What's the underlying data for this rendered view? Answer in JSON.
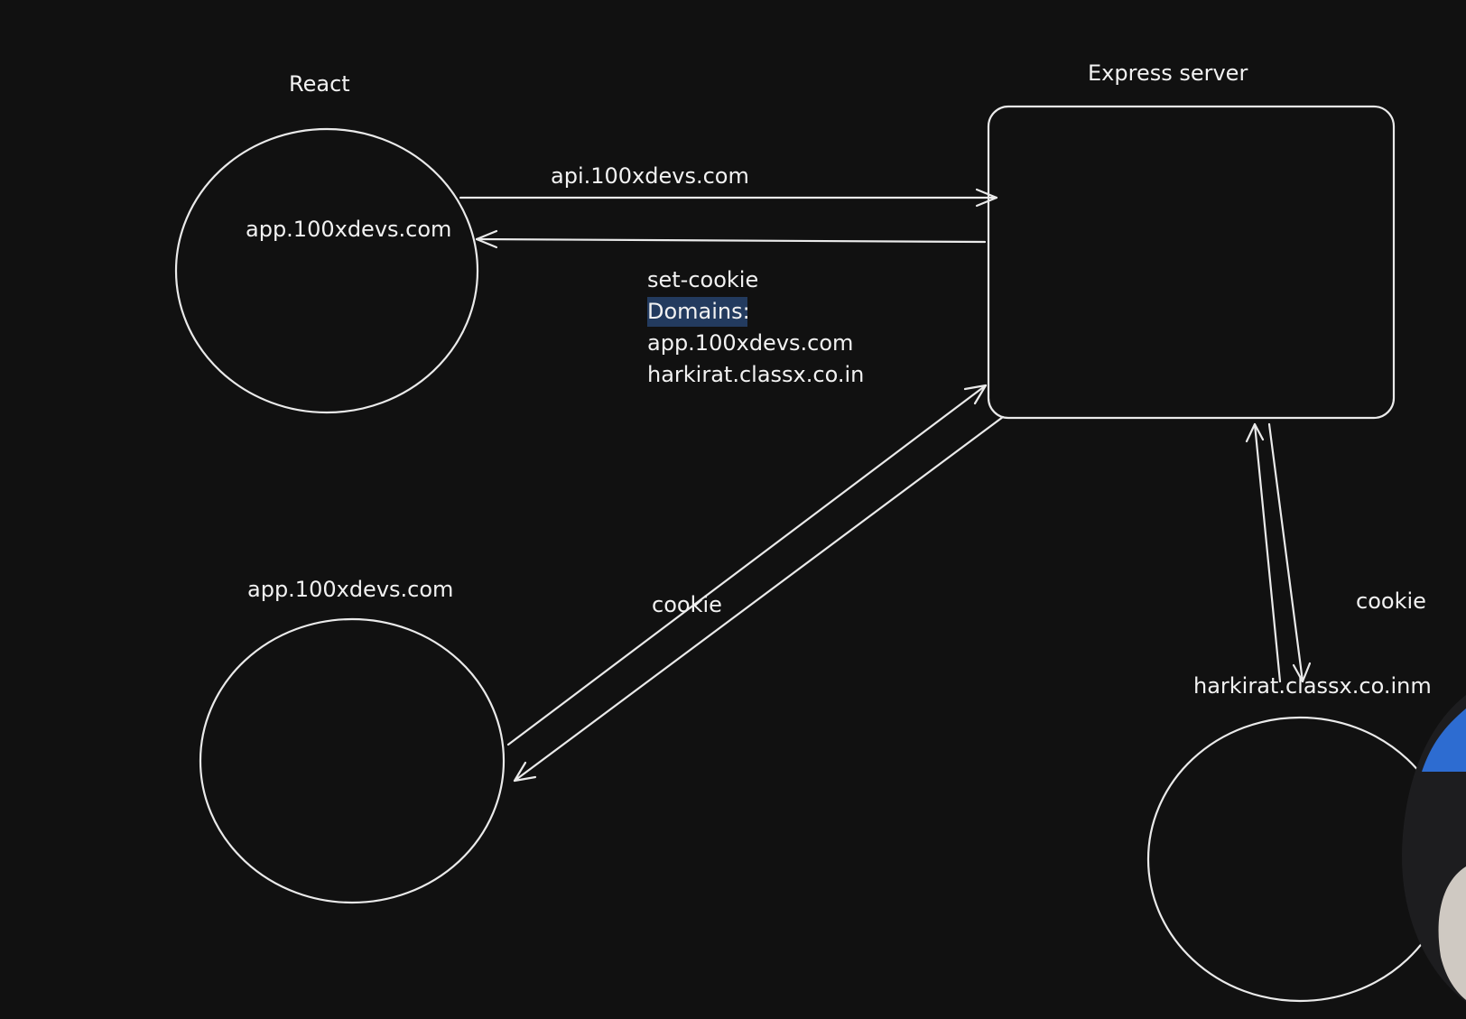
{
  "diagram": {
    "colors": {
      "background": "#111111",
      "stroke": "#eaeaea",
      "text": "#f2f2f2",
      "selection": "#2a4a7a",
      "webcam": "#2d6cd1"
    },
    "labels": {
      "react_title": "React",
      "express_title": "Express server",
      "react_domain": "app.100xdevs.com",
      "api_domain": "api.100xdevs.com",
      "set_cookie_line1": "set-cookie",
      "set_cookie_line2": "Domains:",
      "set_cookie_line3": "app.100xdevs.com",
      "set_cookie_line4": "harkirat.classx.co.in",
      "second_app_domain": "app.100xdevs.com",
      "cookie_left": "cookie",
      "cookie_right": "cookie",
      "third_domain": "harkirat.classx.co.inm"
    },
    "nodes": [
      "react-client-circle",
      "express-server-box",
      "second-app-circle",
      "third-domain-circle"
    ],
    "edges": [
      {
        "from": "react-client-circle",
        "to": "express-server-box",
        "label": "api.100xdevs.com"
      },
      {
        "from": "express-server-box",
        "to": "react-client-circle",
        "label": "set-cookie"
      },
      {
        "from": "second-app-circle",
        "to": "express-server-box",
        "label": "cookie"
      },
      {
        "from": "express-server-box",
        "to": "second-app-circle",
        "label": "cookie"
      },
      {
        "from": "third-domain-circle",
        "to": "express-server-box",
        "label": "cookie"
      },
      {
        "from": "express-server-box",
        "to": "third-domain-circle",
        "label": "cookie"
      }
    ]
  }
}
